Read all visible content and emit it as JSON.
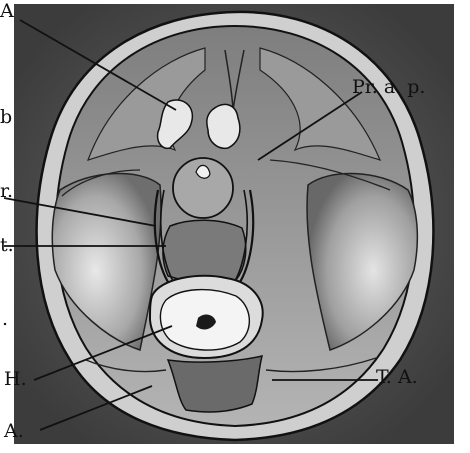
{
  "figure": {
    "labels": {
      "top_left": "A",
      "right_upper": "Pr. a. p.",
      "left_mid": "b",
      "left_upper_cut": "r.",
      "left_lower_cut": "t.",
      "left_dot": ".",
      "bottom_left_h": "H.",
      "bottom_left_a": "A.",
      "bottom_right": "T. A."
    }
  }
}
